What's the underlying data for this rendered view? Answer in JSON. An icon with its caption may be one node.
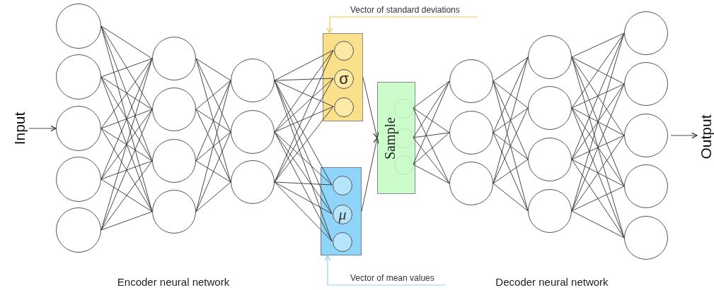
{
  "diagram": {
    "nodes": [
      {
        "text": [
          "Input"
        ]
      },
      {
        "text": [],
        "shape": "circle"
      },
      {
        "text": [],
        "shape": "circle"
      },
      {
        "text": [],
        "shape": "circle"
      },
      {
        "text": [],
        "shape": "circle"
      },
      {
        "text": [],
        "shape": "circle"
      },
      {
        "text": [],
        "shape": "circle"
      },
      {
        "text": [],
        "shape": "circle"
      },
      {
        "text": [],
        "shape": "circle"
      },
      {
        "text": [],
        "shape": "circle"
      },
      {
        "text": [],
        "shape": "circle"
      },
      {
        "text": [],
        "shape": "circle"
      },
      {
        "text": [],
        "shape": "circle"
      },
      {
        "text": [],
        "shape": "box"
      },
      {
        "text": [],
        "shape": "circle",
        "in": 13
      },
      {
        "text": [
          "σ"
        ],
        "in": 13
      },
      {
        "text": [],
        "shape": "circle",
        "in": 13
      },
      {
        "text": [],
        "shape": "box"
      },
      {
        "text": [],
        "shape": "circle",
        "in": 17
      },
      {
        "text": [
          "μ"
        ],
        "in": 17
      },
      {
        "text": [],
        "shape": "circle",
        "in": 17
      },
      {
        "text": [
          "Sample"
        ]
      },
      {
        "text": [],
        "shape": "circle",
        "in": 21
      },
      {
        "text": [],
        "shape": "circle",
        "in": 21
      },
      {
        "text": [],
        "shape": "circle",
        "in": 21
      },
      {
        "text": [],
        "shape": "circle"
      },
      {
        "text": [],
        "shape": "circle"
      },
      {
        "text": [],
        "shape": "circle"
      },
      {
        "text": [],
        "shape": "circle"
      },
      {
        "text": [],
        "shape": "circle"
      },
      {
        "text": [],
        "shape": "circle"
      },
      {
        "text": [],
        "shape": "circle"
      },
      {
        "text": [],
        "shape": "circle"
      },
      {
        "text": [],
        "shape": "circle"
      },
      {
        "text": [],
        "shape": "circle"
      },
      {
        "text": [],
        "shape": "circle"
      },
      {
        "text": [],
        "shape": "circle"
      },
      {
        "text": [
          "Output"
        ]
      },
      {
        "text": [
          "Vector of standard deviations"
        ]
      },
      {
        "text": [
          "Vector of mean values"
        ]
      }
    ],
    "edges": [
      {
        "from": 0,
        "to": 3,
        "arrow": "to"
      },
      {
        "from": 1,
        "to": 6,
        "arrow": "none"
      },
      {
        "from": 1,
        "to": 7,
        "arrow": "none"
      },
      {
        "from": 1,
        "to": 8,
        "arrow": "none"
      },
      {
        "from": 1,
        "to": 9,
        "arrow": "none"
      },
      {
        "from": 2,
        "to": 6,
        "arrow": "none"
      },
      {
        "from": 2,
        "to": 7,
        "arrow": "none"
      },
      {
        "from": 2,
        "to": 8,
        "arrow": "none"
      },
      {
        "from": 2,
        "to": 9,
        "arrow": "none"
      },
      {
        "from": 3,
        "to": 6,
        "arrow": "none"
      },
      {
        "from": 3,
        "to": 7,
        "arrow": "none"
      },
      {
        "from": 3,
        "to": 8,
        "arrow": "none"
      },
      {
        "from": 3,
        "to": 9,
        "arrow": "none"
      },
      {
        "from": 4,
        "to": 6,
        "arrow": "none"
      },
      {
        "from": 4,
        "to": 7,
        "arrow": "none"
      },
      {
        "from": 4,
        "to": 8,
        "arrow": "none"
      },
      {
        "from": 4,
        "to": 9,
        "arrow": "none"
      },
      {
        "from": 5,
        "to": 6,
        "arrow": "none"
      },
      {
        "from": 5,
        "to": 7,
        "arrow": "none"
      },
      {
        "from": 5,
        "to": 8,
        "arrow": "none"
      },
      {
        "from": 5,
        "to": 9,
        "arrow": "none"
      },
      {
        "from": 6,
        "to": 10,
        "arrow": "none"
      },
      {
        "from": 6,
        "to": 11,
        "arrow": "none"
      },
      {
        "from": 6,
        "to": 12,
        "arrow": "none"
      },
      {
        "from": 7,
        "to": 10,
        "arrow": "none"
      },
      {
        "from": 7,
        "to": 11,
        "arrow": "none"
      },
      {
        "from": 7,
        "to": 12,
        "arrow": "none"
      },
      {
        "from": 8,
        "to": 10,
        "arrow": "none"
      },
      {
        "from": 8,
        "to": 11,
        "arrow": "none"
      },
      {
        "from": 8,
        "to": 12,
        "arrow": "none"
      },
      {
        "from": 9,
        "to": 10,
        "arrow": "none"
      },
      {
        "from": 9,
        "to": 11,
        "arrow": "none"
      },
      {
        "from": 9,
        "to": 12,
        "arrow": "none"
      },
      {
        "from": 10,
        "to": 14,
        "arrow": "none"
      },
      {
        "from": 10,
        "to": 15,
        "arrow": "none"
      },
      {
        "from": 10,
        "to": 16,
        "arrow": "none"
      },
      {
        "from": 10,
        "to": 18,
        "arrow": "none"
      },
      {
        "from": 10,
        "to": 19,
        "arrow": "none"
      },
      {
        "from": 10,
        "to": 20,
        "arrow": "none"
      },
      {
        "from": 11,
        "to": 14,
        "arrow": "none"
      },
      {
        "from": 11,
        "to": 15,
        "arrow": "none"
      },
      {
        "from": 11,
        "to": 16,
        "arrow": "none"
      },
      {
        "from": 11,
        "to": 18,
        "arrow": "none"
      },
      {
        "from": 11,
        "to": 19,
        "arrow": "none"
      },
      {
        "from": 11,
        "to": 20,
        "arrow": "none"
      },
      {
        "from": 12,
        "to": 14,
        "arrow": "none"
      },
      {
        "from": 12,
        "to": 15,
        "arrow": "none"
      },
      {
        "from": 12,
        "to": 16,
        "arrow": "none"
      },
      {
        "from": 12,
        "to": 18,
        "arrow": "none"
      },
      {
        "from": 12,
        "to": 19,
        "arrow": "none"
      },
      {
        "from": 12,
        "to": 20,
        "arrow": "none"
      },
      {
        "from": 13,
        "to": 21,
        "arrow": "to"
      },
      {
        "from": 17,
        "to": 21,
        "arrow": "to"
      },
      {
        "from": 22,
        "to": 25,
        "arrow": "none"
      },
      {
        "from": 22,
        "to": 26,
        "arrow": "none"
      },
      {
        "from": 22,
        "to": 27,
        "arrow": "none"
      },
      {
        "from": 23,
        "to": 25,
        "arrow": "none"
      },
      {
        "from": 23,
        "to": 26,
        "arrow": "none"
      },
      {
        "from": 23,
        "to": 27,
        "arrow": "none"
      },
      {
        "from": 24,
        "to": 25,
        "arrow": "none"
      },
      {
        "from": 24,
        "to": 26,
        "arrow": "none"
      },
      {
        "from": 24,
        "to": 27,
        "arrow": "none"
      },
      {
        "from": 25,
        "to": 28,
        "arrow": "none"
      },
      {
        "from": 25,
        "to": 29,
        "arrow": "none"
      },
      {
        "from": 25,
        "to": 30,
        "arrow": "none"
      },
      {
        "from": 25,
        "to": 31,
        "arrow": "none"
      },
      {
        "from": 26,
        "to": 28,
        "arrow": "none"
      },
      {
        "from": 26,
        "to": 29,
        "arrow": "none"
      },
      {
        "from": 26,
        "to": 30,
        "arrow": "none"
      },
      {
        "from": 26,
        "to": 31,
        "arrow": "none"
      },
      {
        "from": 27,
        "to": 28,
        "arrow": "none"
      },
      {
        "from": 27,
        "to": 29,
        "arrow": "none"
      },
      {
        "from": 27,
        "to": 30,
        "arrow": "none"
      },
      {
        "from": 27,
        "to": 31,
        "arrow": "none"
      },
      {
        "from": 28,
        "to": 32,
        "arrow": "none"
      },
      {
        "from": 28,
        "to": 33,
        "arrow": "none"
      },
      {
        "from": 28,
        "to": 34,
        "arrow": "none"
      },
      {
        "from": 28,
        "to": 35,
        "arrow": "none"
      },
      {
        "from": 28,
        "to": 36,
        "arrow": "none"
      },
      {
        "from": 29,
        "to": 32,
        "arrow": "none"
      },
      {
        "from": 29,
        "to": 33,
        "arrow": "none"
      },
      {
        "from": 29,
        "to": 34,
        "arrow": "none"
      },
      {
        "from": 29,
        "to": 35,
        "arrow": "none"
      },
      {
        "from": 29,
        "to": 36,
        "arrow": "none"
      },
      {
        "from": 30,
        "to": 32,
        "arrow": "none"
      },
      {
        "from": 30,
        "to": 33,
        "arrow": "none"
      },
      {
        "from": 30,
        "to": 34,
        "arrow": "none"
      },
      {
        "from": 30,
        "to": 35,
        "arrow": "none"
      },
      {
        "from": 30,
        "to": 36,
        "arrow": "none"
      },
      {
        "from": 31,
        "to": 32,
        "arrow": "none"
      },
      {
        "from": 31,
        "to": 33,
        "arrow": "none"
      },
      {
        "from": 31,
        "to": 34,
        "arrow": "none"
      },
      {
        "from": 31,
        "to": 35,
        "arrow": "none"
      },
      {
        "from": 31,
        "to": 36,
        "arrow": "none"
      },
      {
        "from": 34,
        "to": 37,
        "arrow": "to"
      },
      {
        "from": 38,
        "to": 13,
        "arrow": "to",
        "color": "#f2c94c"
      },
      {
        "from": 39,
        "to": 17,
        "arrow": "to",
        "color": "#8fd3f7"
      }
    ],
    "labels": [
      "Encoder neural network",
      "Decoder neural network"
    ]
  }
}
